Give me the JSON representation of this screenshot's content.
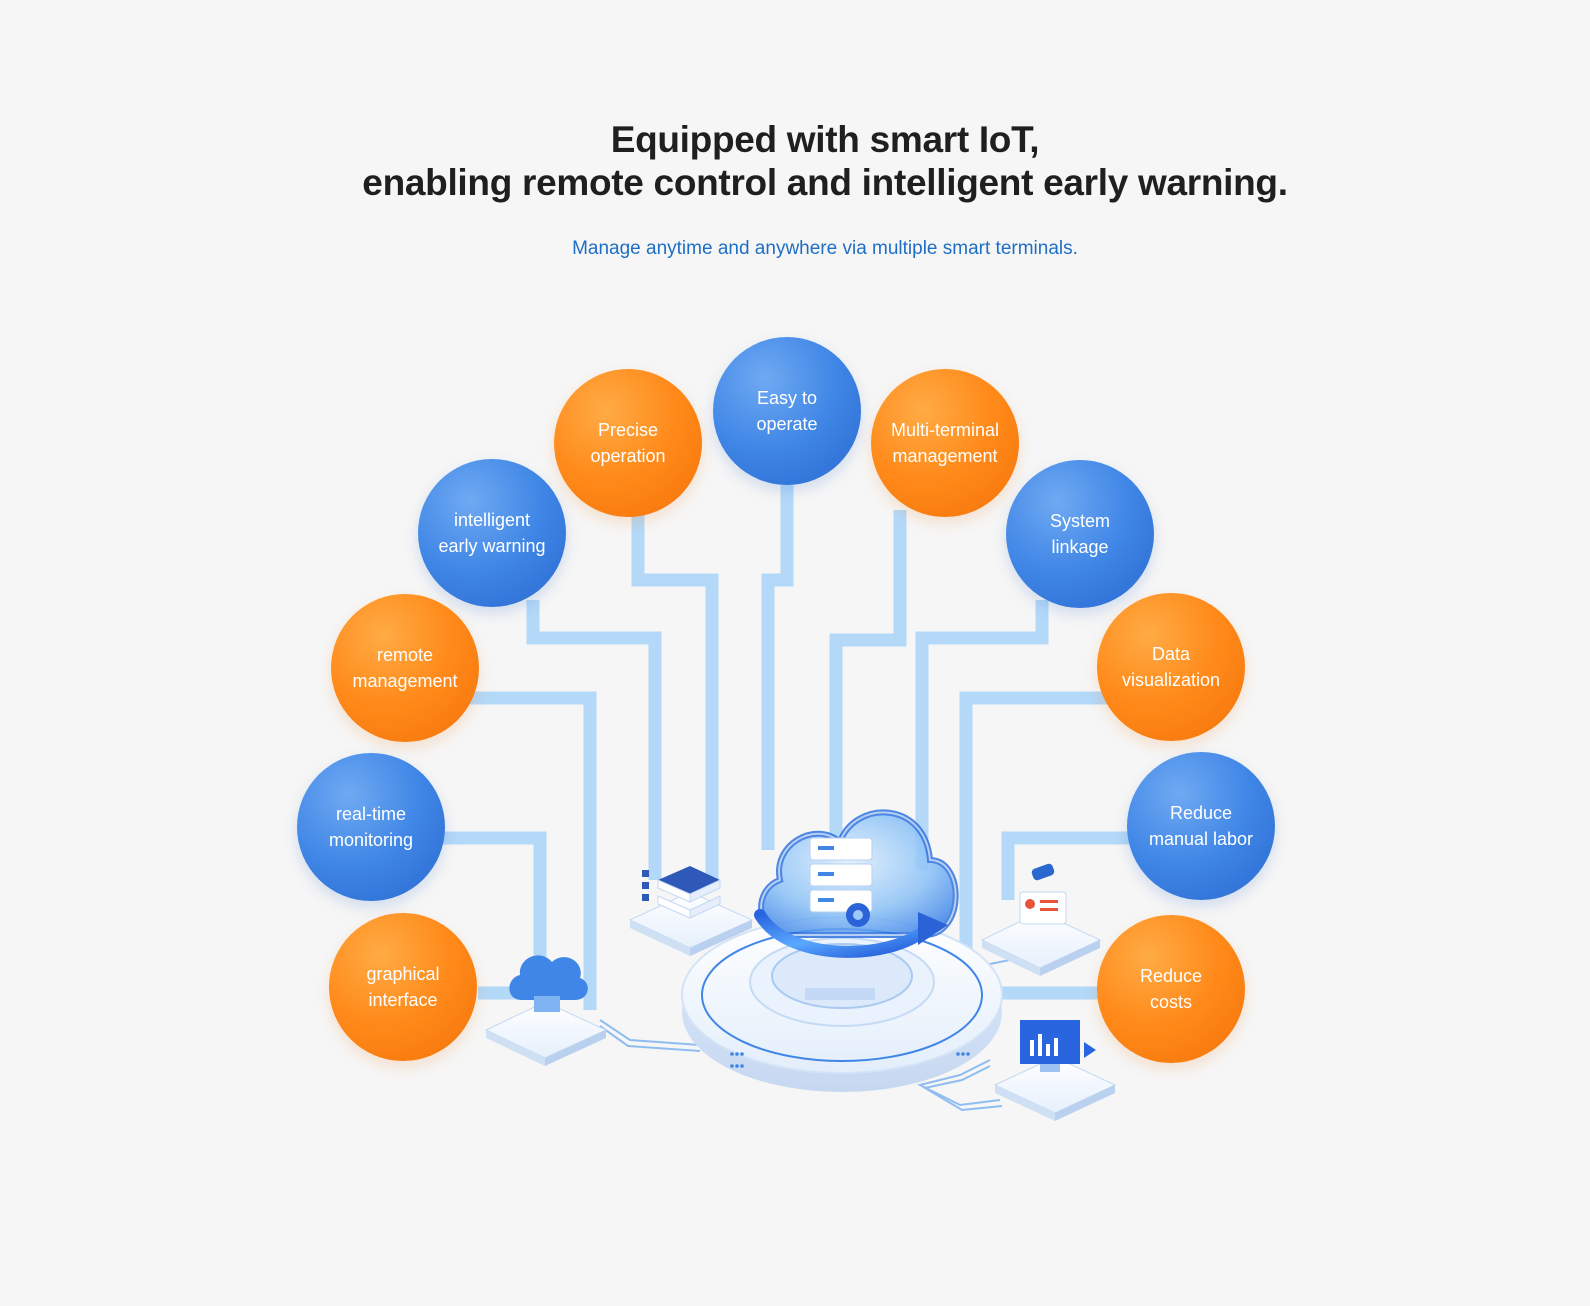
{
  "header": {
    "title_line1": "Equipped with smart IoT,",
    "title_line2": "enabling remote control and intelligent early warning.",
    "subtitle": "Manage anytime and anywhere via multiple smart terminals."
  },
  "features": [
    {
      "label": "Easy to\noperate",
      "color": "blue"
    },
    {
      "label": "Precise\noperation",
      "color": "orange"
    },
    {
      "label": "Multi-terminal\nmanagement",
      "color": "orange"
    },
    {
      "label": "intelligent\nearly warning",
      "color": "blue"
    },
    {
      "label": "System\nlinkage",
      "color": "blue"
    },
    {
      "label": "remote\nmanagement",
      "color": "orange"
    },
    {
      "label": "Data\nvisualization",
      "color": "orange"
    },
    {
      "label": "real-time\nmonitoring",
      "color": "blue"
    },
    {
      "label": "Reduce\nmanual labor",
      "color": "blue"
    },
    {
      "label": "graphical\ninterface",
      "color": "orange"
    },
    {
      "label": "Reduce\ncosts",
      "color": "orange"
    }
  ],
  "colors": {
    "orange": "#ff8a1a",
    "blue": "#3f86e6",
    "connector": "#b3d8f8",
    "subtitle": "#1f6ec5",
    "title": "#1f1f1f"
  }
}
